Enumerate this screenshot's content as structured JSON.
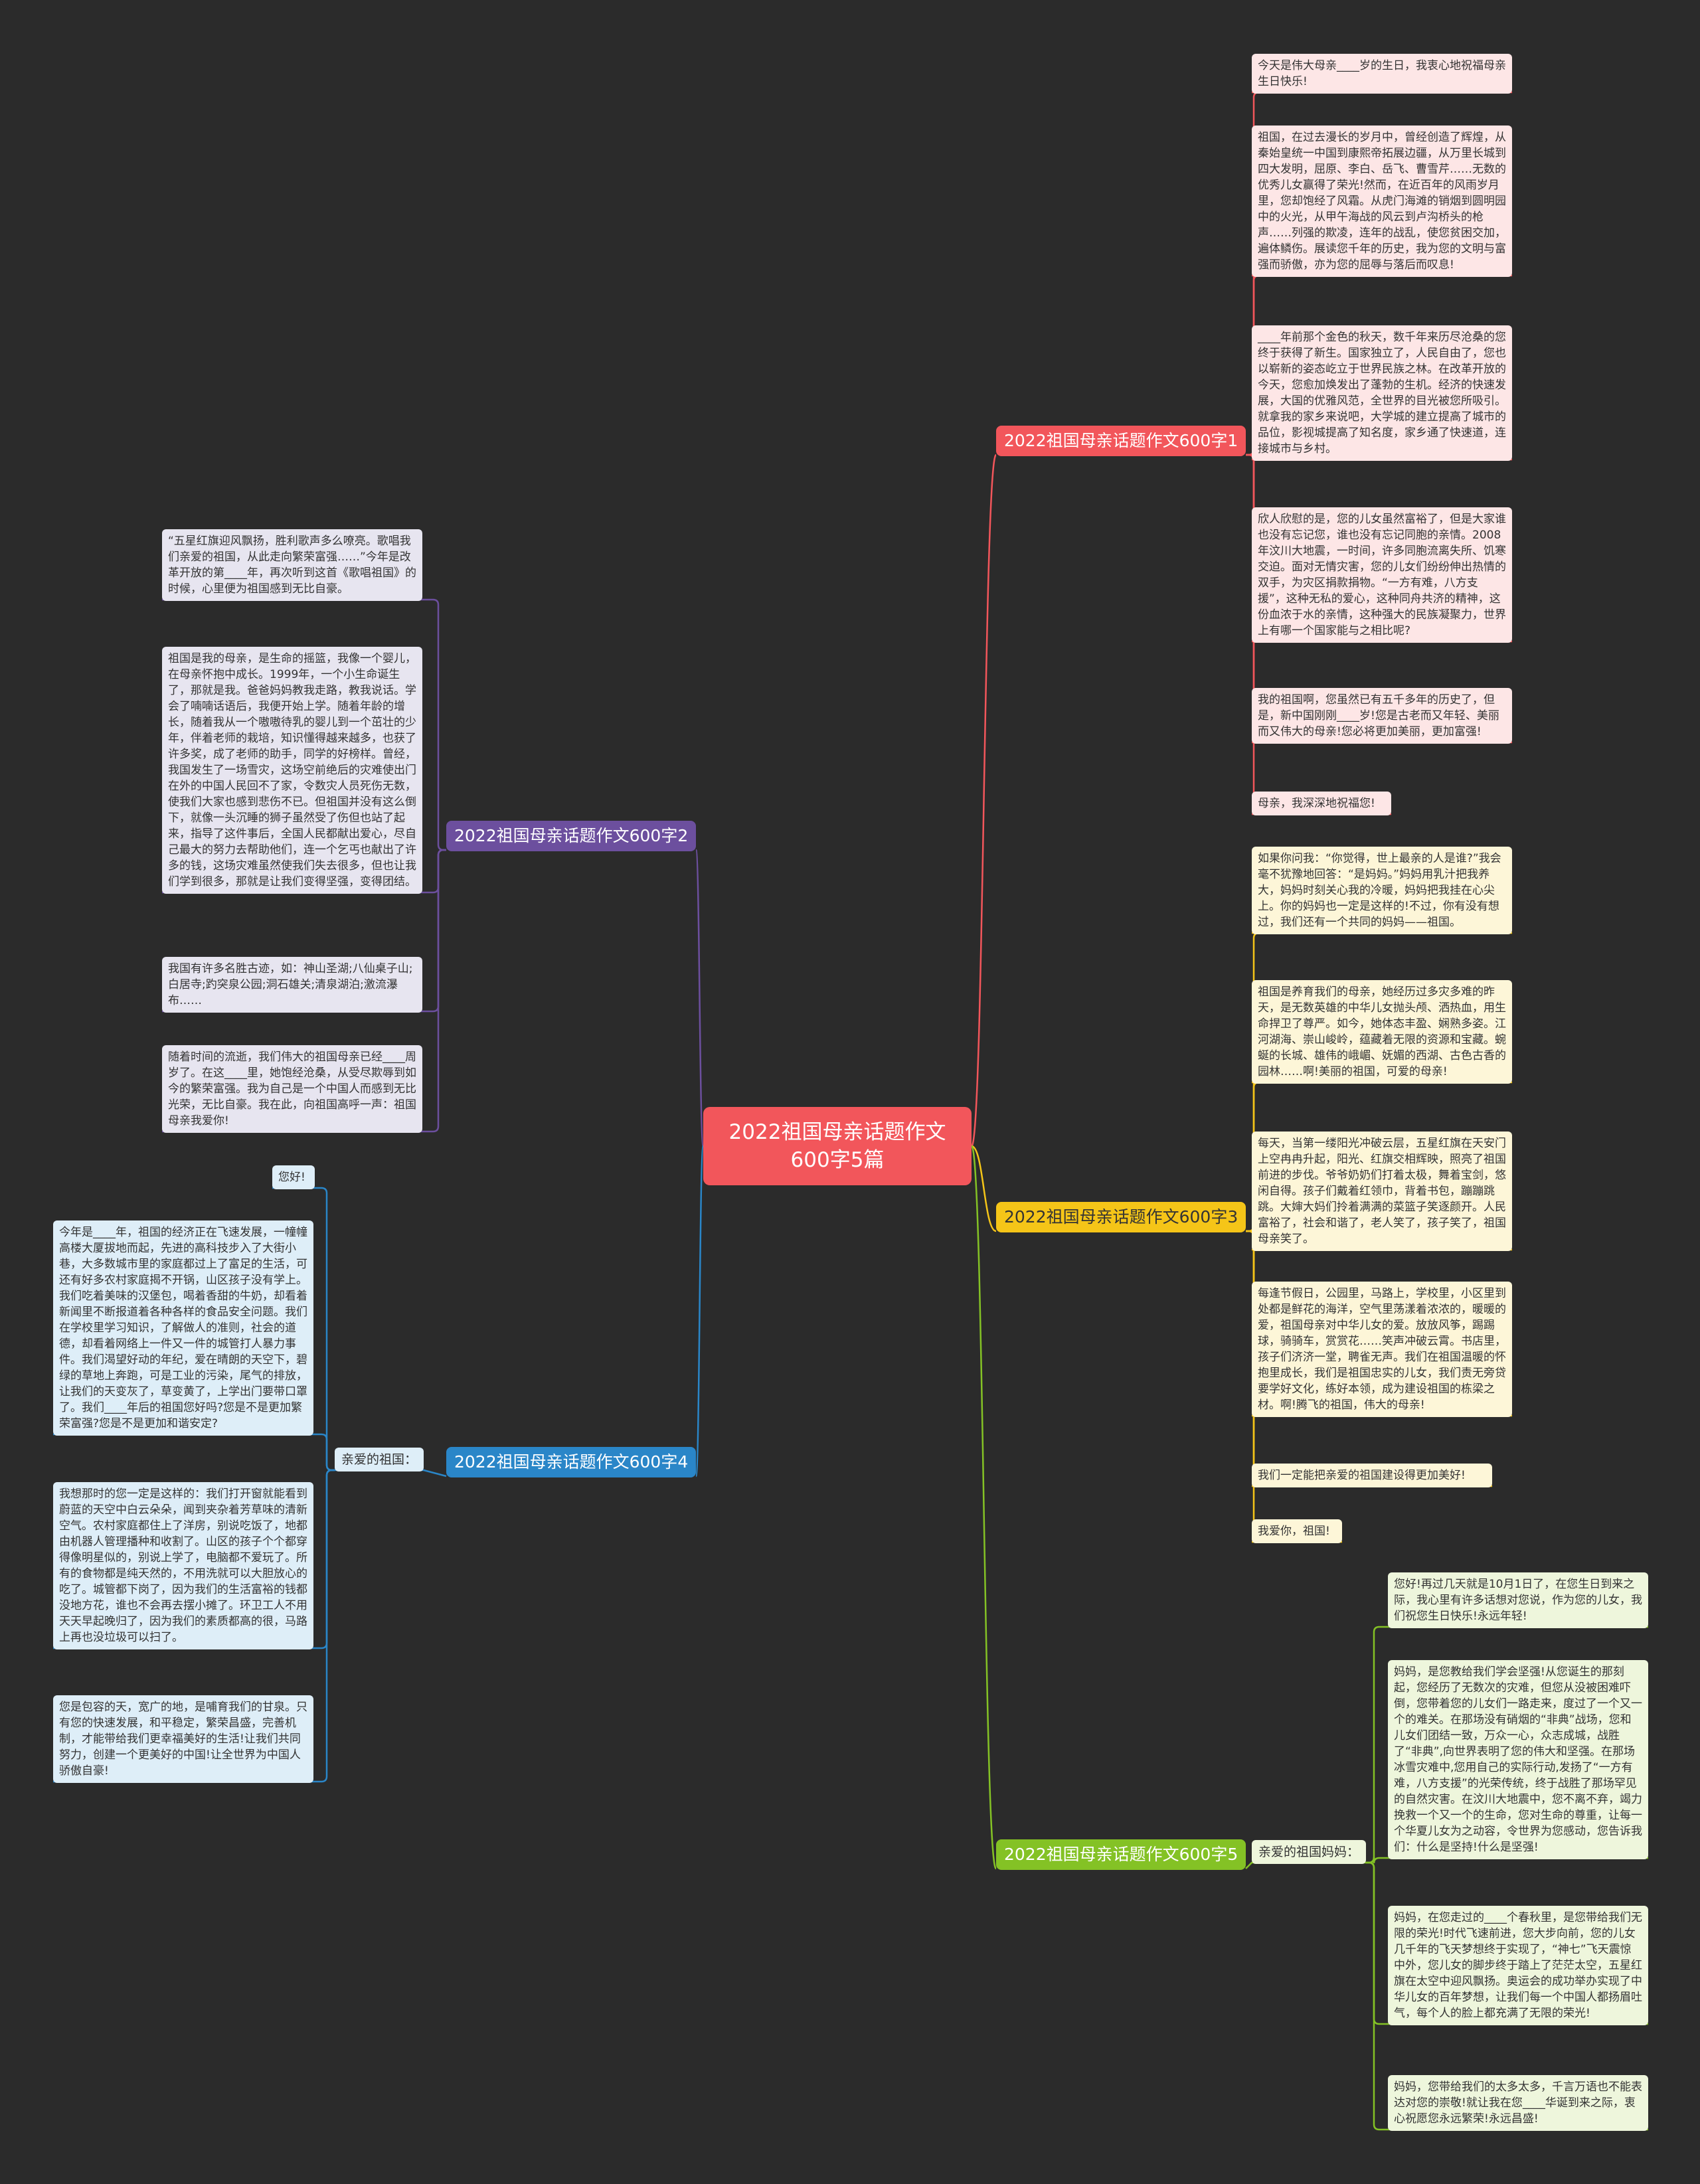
{
  "root": {
    "title": "2022祖国母亲话题作文600字5篇"
  },
  "colors": {
    "red": "#f2565b",
    "yellow": "#f5c518",
    "green": "#84c225",
    "purple": "#6c4f9e",
    "blue": "#2a86c8"
  },
  "branches": {
    "b1": {
      "label": "2022祖国母亲话题作文600字1",
      "leaves": [
        "今天是伟大母亲____岁的生日，我衷心地祝福母亲生日快乐!",
        "祖国，在过去漫长的岁月中，曾经创造了辉煌，从秦始皇统一中国到康熙帝拓展边疆，从万里长城到四大发明，屈原、李白、岳飞、曹雪芹……无数的优秀儿女赢得了荣光!然而，在近百年的风雨岁月里，您却饱经了风霜。从虎门海滩的销烟到圆明园中的火光，从甲午海战的风云到卢沟桥头的枪声……列强的欺凌，连年的战乱，使您贫困交加，遍体鳞伤。展读您千年的历史，我为您的文明与富强而骄傲，亦为您的屈辱与落后而叹息!",
        "____年前那个金色的秋天，数千年来历尽沧桑的您终于获得了新生。国家独立了，人民自由了，您也以崭新的姿态屹立于世界民族之林。在改革开放的今天，您愈加焕发出了蓬勃的生机。经济的快速发展，大国的优雅风范，全世界的目光被您所吸引。就拿我的家乡来说吧，大学城的建立提高了城市的品位，影视城提高了知名度，家乡通了快速道，连接城市与乡村。",
        "欣人欣慰的是，您的儿女虽然富裕了，但是大家谁也没有忘记您，谁也没有忘记同胞的亲情。2008年汶川大地震，一时间，许多同胞流离失所、饥寒交迫。面对无情灾害，您的儿女们纷纷伸出热情的双手，为灾区捐款捐物。“一方有难，八方支援”，这种无私的爱心，这种同舟共济的精神，这份血浓于水的亲情，这种强大的民族凝聚力，世界上有哪一个国家能与之相比呢?",
        "我的祖国啊，您虽然已有五千多年的历史了，但是，新中国刚刚____岁!您是古老而又年轻、美丽而又伟大的母亲!您必将更加美丽，更加富强!",
        "母亲，我深深地祝福您!"
      ]
    },
    "b2": {
      "label": "2022祖国母亲话题作文600字2",
      "leaves": [
        "“五星红旗迎风飘扬，胜利歌声多么嘹亮。歌唱我们亲爱的祖国，从此走向繁荣富强……”今年是改革开放的第____年，再次听到这首《歌唱祖国》的时候，心里便为祖国感到无比自豪。",
        "祖国是我的母亲，是生命的摇篮，我像一个婴儿，在母亲怀抱中成长。1999年，一个小生命诞生了，那就是我。爸爸妈妈教我走路，教我说话。学会了喃喃话语后，我便开始上学。随着年龄的增长，随着我从一个嗷嗷待乳的婴儿到一个茁壮的少年，伴着老师的栽培，知识懂得越来越多，也获了许多奖，成了老师的助手，同学的好榜样。曾经，我国发生了一场雪灾，这场空前绝后的灾难使出门在外的中国人民回不了家，令数灾人员死伤无数，使我们大家也感到悲伤不已。但祖国并没有这么倒下，就像一头沉睡的狮子虽然受了伤但也站了起来，指导了这件事后，全国人民都献出爱心，尽自己最大的努力去帮助他们，连一个乞丐也献出了许多的钱，这场灾难虽然使我们失去很多，但也让我们学到很多，那就是让我们变得坚强，变得团结。",
        "我国有许多名胜古迹，如：神山圣湖;八仙桌子山;白居寺;趵突泉公园;洞石雄关;清泉湖泊;激流瀑布……",
        "随着时间的流逝，我们伟大的祖国母亲已经____周岁了。在这____里，她饱经沧桑，从受尽欺辱到如今的繁荣富强。我为自己是一个中国人而感到无比光荣，无比自豪。我在此，向祖国高呼一声：祖国母亲我爱你!"
      ]
    },
    "b3": {
      "label": "2022祖国母亲话题作文600字3",
      "leaves": [
        "如果你问我：“你觉得，世上最亲的人是谁?”我会毫不犹豫地回答：“是妈妈。”妈妈用乳汁把我养大，妈妈时刻关心我的冷暖，妈妈把我挂在心尖上。你的妈妈也一定是这样的!不过，你有没有想过，我们还有一个共同的妈妈——祖国。",
        "祖国是养育我们的母亲，她经历过多灾多难的昨天，是无数英雄的中华儿女抛头颅、洒热血，用生命捍卫了尊严。如今，她体态丰盈、娴熟多姿。江河湖海、崇山峻岭，蕴藏着无限的资源和宝藏。蜿蜒的长城、雄伟的峨嵋、妩媚的西湖、古色古香的园林……啊!美丽的祖国，可爱的母亲!",
        "每天，当第一缕阳光冲破云层，五星红旗在天安门上空冉冉升起，阳光、红旗交相辉映，照亮了祖国前进的步伐。爷爷奶奶们打着太极，舞着宝剑，悠闲自得。孩子们戴着红领巾，背着书包，蹦蹦跳跳。大婶大妈们拎着满满的菜篮子笑逐颜开。人民富裕了，社会和谐了，老人笑了，孩子笑了，祖国母亲笑了。",
        "每逢节假日，公园里，马路上，学校里，小区里到处都是鲜花的海洋，空气里荡漾着浓浓的，暖暖的爱，祖国母亲对中华儿女的爱。放放风筝，踢踢球，骑骑车，赏赏花……笑声冲破云霄。书店里，孩子们济济一堂，聘雀无声。我们在祖国温暖的怀抱里成长，我们是祖国忠实的儿女，我们责无旁贷要学好文化，练好本领，成为建设祖国的栋梁之材。啊!腾飞的祖国，伟大的母亲!",
        "我们一定能把亲爱的祖国建设得更加美好!",
        "我爱你，祖国!"
      ]
    },
    "b4": {
      "label": "2022祖国母亲话题作文600字4",
      "sub": "亲爱的祖国：",
      "leaves": [
        "您好!",
        "今年是____年，祖国的经济正在飞速发展，一幢幢高楼大厦拔地而起，先进的高科技步入了大街小巷，大多数城市里的家庭都过上了富足的生活，可还有好多农村家庭揭不开锅，山区孩子没有学上。我们吃着美味的汉堡包，喝着香甜的牛奶，却看着新闻里不断报道着各种各样的食品安全问题。我们在学校里学习知识，了解做人的准则，社会的道德，却看着网络上一件又一件的城管打人暴力事件。我们渴望好动的年纪，爱在晴朗的天空下，碧绿的草地上奔跑，可是工业的污染，尾气的排放，让我们的天变灰了，草变黄了，上学出门要带口罩了。我们____年后的祖国您好吗?您是不是更加繁荣富强?您是不是更加和谐安定?",
        "我想那时的您一定是这样的：我们打开窗就能看到蔚蓝的天空中白云朵朵，闻到夹杂着芳草味的清新空气。农村家庭都住上了洋房，别说吃饭了，地都由机器人管理播种和收割了。山区的孩子个个都穿得像明星似的，别说上学了，电脑都不爱玩了。所有的食物都是纯天然的，不用洗就可以大胆放心的吃了。城管都下岗了，因为我们的生活富裕的钱都没地方花，谁也不会再去摆小摊了。环卫工人不用天天早起晚归了，因为我们的素质都高的很，马路上再也没垃圾可以扫了。",
        "您是包容的天，宽广的地，是哺育我们的甘泉。只有您的快速发展，和平稳定，繁荣昌盛，完善机制，才能带给我们更幸福美好的生活!让我们共同努力，创建一个更美好的中国!让全世界为中国人骄傲自豪!"
      ]
    },
    "b5": {
      "label": "2022祖国母亲话题作文600字5",
      "sub": "亲爱的祖国妈妈：",
      "leaves": [
        "您好!再过几天就是10月1日了，在您生日到来之际，我心里有许多话想对您说，作为您的儿女，我们祝您生日快乐!永远年轻!",
        "妈妈，是您教给我们学会坚强!从您诞生的那刻起，您经历了无数次的灾难，但您从没被困难吓倒，您带着您的儿女们一路走来，度过了一个又一个的难关。在那场没有硝烟的“非典”战场，您和儿女们团结一致，万众一心，众志成城，战胜了“非典”,向世界表明了您的伟大和坚强。在那场冰雪灾难中,您用自己的实际行动,发扬了“一方有难，八方支援”的光荣传统，终于战胜了那场罕见的自然灾害。在汶川大地震中，您不离不弃，竭力挽救一个又一个的生命，您对生命的尊重，让每一个华夏儿女为之动容，令世界为您感动，您告诉我们：什么是坚持!什么是坚强!",
        "妈妈，在您走过的____个春秋里，是您带给我们无限的荣光!时代飞速前进，您大步向前，您的儿女几千年的飞天梦想终于实现了，“神七”飞天震惊中外，您儿女的脚步终于踏上了茫茫太空，五星红旗在太空中迎风飘扬。奥运会的成功举办实现了中华儿女的百年梦想，让我们每一个中国人都扬眉吐气，每个人的脸上都充满了无限的荣光!",
        "妈妈，您带给我们的太多太多，千言万语也不能表达对您的崇敬!就让我在您____华诞到来之际，衷心祝愿您永远繁荣!永远昌盛!"
      ]
    }
  }
}
